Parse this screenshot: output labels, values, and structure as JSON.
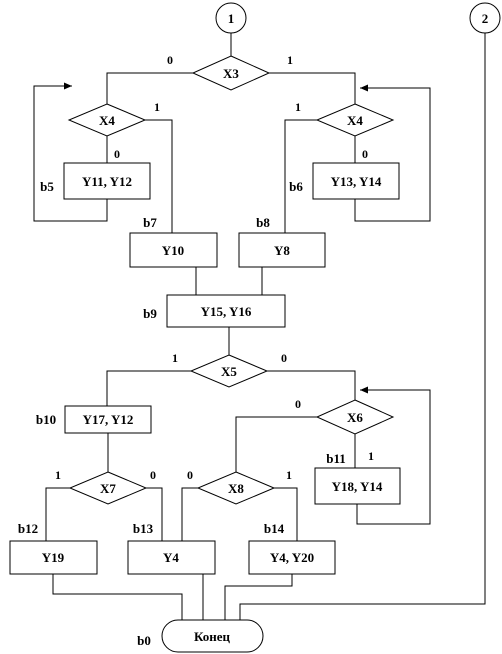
{
  "connectors": {
    "c1": "1",
    "c2": "2"
  },
  "decisions": {
    "x3": "X3",
    "x4_left": "X4",
    "x4_right": "X4",
    "x5": "X5",
    "x6": "X6",
    "x7": "X7",
    "x8": "X8"
  },
  "blocks": {
    "y11_y12": "Y11, Y12",
    "y13_y14": "Y13, Y14",
    "y10": "Y10",
    "y8": "Y8",
    "y15_y16": "Y15, Y16",
    "y17_y12": "Y17, Y12",
    "y18_y14": "Y18, Y14",
    "y19": "Y19",
    "y4": "Y4",
    "y4_y20": "Y4, Y20",
    "end": "Конец"
  },
  "states": {
    "b0": "b0",
    "b5": "b5",
    "b6": "b6",
    "b7": "b7",
    "b8": "b8",
    "b9": "b9",
    "b10": "b10",
    "b11": "b11",
    "b12": "b12",
    "b13": "b13",
    "b14": "b14"
  },
  "branch_labels": {
    "x3_false": "0",
    "x3_true": "1",
    "x4l_true": "1",
    "x4l_false": "0",
    "x4r_true": "1",
    "x4r_false": "0",
    "x5_true": "1",
    "x5_false": "0",
    "x6_false": "0",
    "x6_true": "1",
    "x7_true": "1",
    "x7_false": "0",
    "x8_false": "0",
    "x8_true": "1"
  }
}
